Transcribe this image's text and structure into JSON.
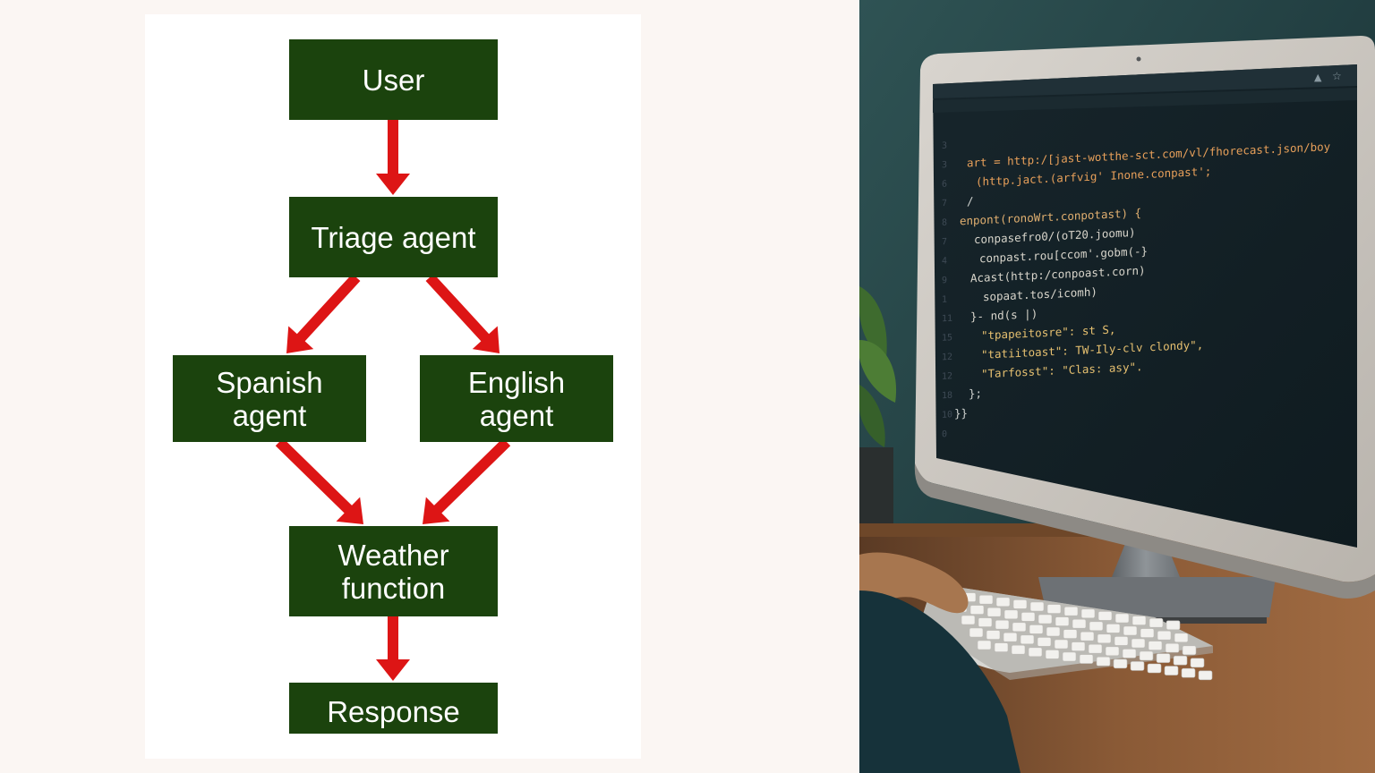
{
  "diagram": {
    "nodes": {
      "user": "User",
      "triage": "Triage agent",
      "spanish": "Spanish\nagent",
      "english": "English\nagent",
      "weather": "Weather\nfunction",
      "response": "Response"
    },
    "edges": [
      [
        "User",
        "Triage agent"
      ],
      [
        "Triage agent",
        "Spanish agent"
      ],
      [
        "Triage agent",
        "English agent"
      ],
      [
        "Spanish agent",
        "Weather function"
      ],
      [
        "English agent",
        "Weather function"
      ],
      [
        "Weather function",
        "Response"
      ]
    ],
    "colors": {
      "node_fill": "#1b430d",
      "node_text": "#ffffff",
      "arrow": "#dd1515"
    }
  },
  "photo": {
    "screen_code": [
      "art = http:/[jast-wotthe-sct.com/vl/fhorecast.json/boy",
      "(http.jact.(arfvig' Inone.conpast';",
      "/",
      "enpont(ronoWrt.conpotast) {",
      "conpasefro0/(oT20.joomu)",
      "conpast.rou[ccom'.gobm(-}",
      "Acast(http:/conpoast.corn)",
      "sopaat.tos/icomh)",
      "}- nd(s |)",
      "\"tpapeitosre\": st S,",
      "\"tatiitoast\": TW-Ily-clv clondy\",",
      "\"Tarfosst\": \"Clas: asy\".",
      "};",
      "}}"
    ],
    "line_numbers": [
      "3",
      "3",
      "6",
      "7",
      "8",
      "7",
      "4",
      "9",
      "1",
      "11",
      "15",
      "12",
      "12",
      "18",
      "10",
      "0"
    ]
  }
}
